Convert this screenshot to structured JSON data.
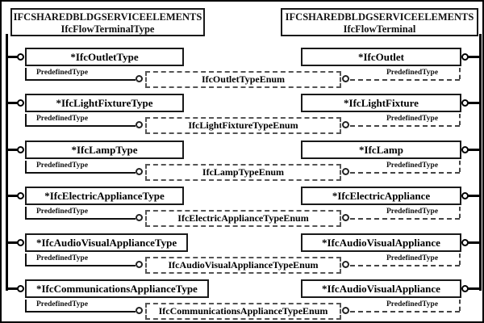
{
  "diagram": {
    "header_left": {
      "line1": "IFCSHAREDBLDGSERVICEELEMENTS",
      "line2": "IfcFlowTerminalType"
    },
    "header_right": {
      "line1": "IFCSHAREDBLDGSERVICEELEMENTS",
      "line2": "IfcFlowTerminal"
    },
    "attr_label": "PredefinedType",
    "rows": [
      {
        "left": "*IfcOutletType",
        "right": "*IfcOutlet",
        "enum": "IfcOutletTypeEnum"
      },
      {
        "left": "*IfcLightFixtureType",
        "right": "*IfcLightFixture",
        "enum": "IfcLightFixtureTypeEnum"
      },
      {
        "left": "*IfcLampType",
        "right": "*IfcLamp",
        "enum": "IfcLampTypeEnum"
      },
      {
        "left": "*IfcElectricApplianceType",
        "right": "*IfcElectricAppliance",
        "enum": "IfcElectricApplianceTypeEnum"
      },
      {
        "left": "*IfcAudioVisualApplianceType",
        "right": "*IfcAudioVisualAppliance",
        "enum": "IfcAudioVisualApplianceTypeEnum"
      },
      {
        "left": "*IfcCommunicationsApplianceType",
        "right": "*IfcAudioVisualAppliance",
        "enum": "IfcCommunicationsApplianceTypeEnum"
      }
    ],
    "colors": {
      "line": "#000000",
      "dashed": "#555555",
      "background": "#ffffff"
    }
  }
}
